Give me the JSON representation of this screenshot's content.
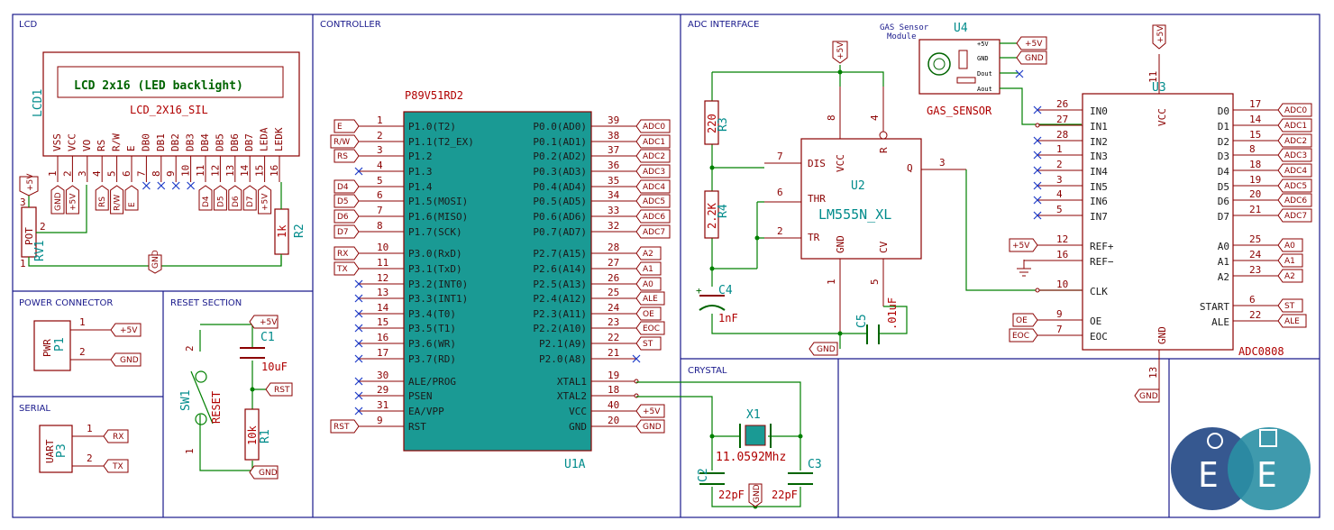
{
  "sections": {
    "lcd": "LCD",
    "controller": "CONTROLLER",
    "adc_interface": "ADC INTERFACE",
    "power_connector": "POWER CONNECTOR",
    "reset_section": "RESET SECTION",
    "serial": "SERIAL",
    "crystal": "CRYSTAL"
  },
  "lcd": {
    "ref": "LCD1",
    "screen_text": "LCD 2x16 (LED backlight)",
    "value": "LCD_2X16_SIL",
    "pins": [
      {
        "num": "1",
        "name": "VSS"
      },
      {
        "num": "2",
        "name": "VCC"
      },
      {
        "num": "3",
        "name": "VO"
      },
      {
        "num": "4",
        "name": "RS"
      },
      {
        "num": "5",
        "name": "R/W"
      },
      {
        "num": "6",
        "name": "E"
      },
      {
        "num": "7",
        "name": "DB0"
      },
      {
        "num": "8",
        "name": "DB1"
      },
      {
        "num": "9",
        "name": "DB2"
      },
      {
        "num": "10",
        "name": "DB3"
      },
      {
        "num": "11",
        "name": "DB4"
      },
      {
        "num": "12",
        "name": "DB5"
      },
      {
        "num": "13",
        "name": "DB6"
      },
      {
        "num": "14",
        "name": "DB7"
      },
      {
        "num": "15",
        "name": "LEDA"
      },
      {
        "num": "16",
        "name": "LEDK"
      }
    ],
    "flags": [
      "GND",
      "+5V",
      "RS",
      "R/W",
      "E",
      "D4",
      "D5",
      "D6",
      "D7",
      "+5V"
    ],
    "pot_ref": "RV1",
    "pot_label": "POT",
    "pot_pins": [
      "3",
      "2",
      "1"
    ],
    "r2_ref": "R2",
    "r2_value": "1k",
    "vcc_flag": "+5V",
    "gnd_flag": "GND"
  },
  "power": {
    "ref": "P1",
    "label": "PWR",
    "pins": [
      "1",
      "2"
    ],
    "flags": [
      "+5V",
      "GND"
    ]
  },
  "serial": {
    "ref": "P3",
    "label": "UART",
    "pins": [
      "1",
      "2"
    ],
    "flags": [
      "RX",
      "TX"
    ]
  },
  "reset": {
    "sw_ref": "SW1",
    "sw_label": "RESET",
    "sw_pins": [
      "2",
      "1"
    ],
    "c1_ref": "C1",
    "c1_value": "10uF",
    "r1_ref": "R1",
    "r1_value": "10k",
    "flags": [
      "+5V",
      "RST",
      "GND"
    ]
  },
  "mcu": {
    "ref": "U1A",
    "value": "P89V51RD2",
    "left": [
      {
        "num": "1",
        "name": "P1.0(T2)",
        "flag": "E"
      },
      {
        "num": "2",
        "name": "P1.1(T2_EX)",
        "flag": "R/W"
      },
      {
        "num": "3",
        "name": "P1.2",
        "flag": "RS"
      },
      {
        "num": "4",
        "name": "P1.3",
        "flag": ""
      },
      {
        "num": "5",
        "name": "P1.4",
        "flag": "D4"
      },
      {
        "num": "6",
        "name": "P1.5(MOSI)",
        "flag": "D5"
      },
      {
        "num": "7",
        "name": "P1.6(MISO)",
        "flag": "D6"
      },
      {
        "num": "8",
        "name": "P1.7(SCK)",
        "flag": "D7"
      },
      {
        "num": "10",
        "name": "P3.0(RxD)",
        "flag": "RX"
      },
      {
        "num": "11",
        "name": "P3.1(TxD)",
        "flag": "TX"
      },
      {
        "num": "12",
        "name": "P3.2(INT0)",
        "flag": ""
      },
      {
        "num": "13",
        "name": "P3.3(INT1)",
        "flag": ""
      },
      {
        "num": "14",
        "name": "P3.4(T0)",
        "flag": ""
      },
      {
        "num": "15",
        "name": "P3.5(T1)",
        "flag": ""
      },
      {
        "num": "16",
        "name": "P3.6(WR)",
        "flag": ""
      },
      {
        "num": "17",
        "name": "P3.7(RD)",
        "flag": ""
      },
      {
        "num": "30",
        "name": "ALE/PROG",
        "flag": ""
      },
      {
        "num": "29",
        "name": "PSEN",
        "flag": ""
      },
      {
        "num": "31",
        "name": "EA/VPP",
        "flag": ""
      },
      {
        "num": "9",
        "name": "RST",
        "flag": "RST"
      }
    ],
    "right": [
      {
        "num": "39",
        "name": "P0.0(AD0)",
        "flag": "ADC0"
      },
      {
        "num": "38",
        "name": "P0.1(AD1)",
        "flag": "ADC1"
      },
      {
        "num": "37",
        "name": "P0.2(AD2)",
        "flag": "ADC2"
      },
      {
        "num": "36",
        "name": "P0.3(AD3)",
        "flag": "ADC3"
      },
      {
        "num": "35",
        "name": "P0.4(AD4)",
        "flag": "ADC4"
      },
      {
        "num": "34",
        "name": "P0.5(AD5)",
        "flag": "ADC5"
      },
      {
        "num": "33",
        "name": "P0.6(AD6)",
        "flag": "ADC6"
      },
      {
        "num": "32",
        "name": "P0.7(AD7)",
        "flag": "ADC7"
      },
      {
        "num": "28",
        "name": "P2.7(A15)",
        "flag": "A2"
      },
      {
        "num": "27",
        "name": "P2.6(A14)",
        "flag": "A1"
      },
      {
        "num": "26",
        "name": "P2.5(A13)",
        "flag": "A0"
      },
      {
        "num": "25",
        "name": "P2.4(A12)",
        "flag": "ALE"
      },
      {
        "num": "24",
        "name": "P2.3(A11)",
        "flag": "OE"
      },
      {
        "num": "23",
        "name": "P2.2(A10)",
        "flag": "EOC"
      },
      {
        "num": "22",
        "name": "P2.1(A9)",
        "flag": "ST"
      },
      {
        "num": "21",
        "name": "P2.0(A8)",
        "flag": ""
      },
      {
        "num": "19",
        "name": "XTAL1",
        "flag": ""
      },
      {
        "num": "18",
        "name": "XTAL2",
        "flag": ""
      },
      {
        "num": "40",
        "name": "VCC",
        "flag": "+5V"
      },
      {
        "num": "20",
        "name": "GND",
        "flag": "GND"
      }
    ]
  },
  "timer": {
    "ref": "U2",
    "value": "LM555N_XL",
    "pins": {
      "dis": "DIS",
      "vcc": "VCC",
      "r": "R",
      "thr": "THR",
      "tr": "TR",
      "q": "Q",
      "gnd": "GND",
      "cv": "CV"
    },
    "nums": [
      "7",
      "8",
      "4",
      "6",
      "2",
      "3",
      "1",
      "5"
    ],
    "r3_ref": "R3",
    "r3_value": "220",
    "r4_ref": "R4",
    "r4_value": "2.2K",
    "c4_ref": "C4",
    "c4_value": "1nF",
    "c5_ref": "C5",
    "c5_value": ".01uF",
    "vcc_flag": "+5V",
    "gnd_flag": "GND"
  },
  "gas": {
    "title_line1": "GAS Sensor",
    "title_line2": "Module",
    "ref": "U4",
    "value": "GAS_SENSOR",
    "pins": [
      "+5V",
      "GND",
      "Dout",
      "Aout"
    ],
    "flags": [
      "+5V",
      "GND"
    ]
  },
  "adc": {
    "ref": "U3",
    "value": "ADC0808",
    "vcc_label": "VCC",
    "vcc_num": "11",
    "vcc_flag": "+5V",
    "gnd_label": "GND",
    "gnd_num": "13",
    "gnd_flag": "GND",
    "left": [
      {
        "num": "26",
        "name": "IN0",
        "flag": ""
      },
      {
        "num": "27",
        "name": "IN1",
        "flag": ""
      },
      {
        "num": "28",
        "name": "IN2",
        "flag": ""
      },
      {
        "num": "1",
        "name": "IN3",
        "flag": ""
      },
      {
        "num": "2",
        "name": "IN4",
        "flag": ""
      },
      {
        "num": "3",
        "name": "IN5",
        "flag": ""
      },
      {
        "num": "4",
        "name": "IN6",
        "flag": ""
      },
      {
        "num": "5",
        "name": "IN7",
        "flag": ""
      },
      {
        "num": "12",
        "name": "REF+",
        "flag": "+5V"
      },
      {
        "num": "16",
        "name": "REF−",
        "flag": ""
      },
      {
        "num": "10",
        "name": "CLK",
        "flag": ""
      },
      {
        "num": "9",
        "name": "OE",
        "flag": "OE"
      },
      {
        "num": "7",
        "name": "EOC",
        "flag": "EOC"
      }
    ],
    "right": [
      {
        "num": "17",
        "name": "D0",
        "flag": "ADC0"
      },
      {
        "num": "14",
        "name": "D1",
        "flag": "ADC1"
      },
      {
        "num": "15",
        "name": "D2",
        "flag": "ADC2"
      },
      {
        "num": "8",
        "name": "D3",
        "flag": "ADC3"
      },
      {
        "num": "18",
        "name": "D4",
        "flag": "ADC4"
      },
      {
        "num": "19",
        "name": "D5",
        "flag": "ADC5"
      },
      {
        "num": "20",
        "name": "D6",
        "flag": "ADC6"
      },
      {
        "num": "21",
        "name": "D7",
        "flag": "ADC7"
      },
      {
        "num": "25",
        "name": "A0",
        "flag": "A0"
      },
      {
        "num": "24",
        "name": "A1",
        "flag": "A1"
      },
      {
        "num": "23",
        "name": "A2",
        "flag": "A2"
      },
      {
        "num": "6",
        "name": "START",
        "flag": "ST"
      },
      {
        "num": "22",
        "name": "ALE",
        "flag": "ALE"
      }
    ]
  },
  "crystal": {
    "x1_ref": "X1",
    "x1_value": "11.0592Mhz",
    "c2_ref": "C2",
    "c2_value": "22pF",
    "c3_ref": "C3",
    "c3_value": "22pF",
    "gnd_flag": "GND"
  },
  "logo": {
    "letter": "E"
  },
  "colors": {
    "border": "#1a1a8c",
    "wire": "#008000",
    "component": "#8b0000",
    "refdes": "#008b8b",
    "chip_fill": "#1a9a94",
    "logo_left": "#2b4f8a",
    "logo_right": "#2a8fa4"
  }
}
